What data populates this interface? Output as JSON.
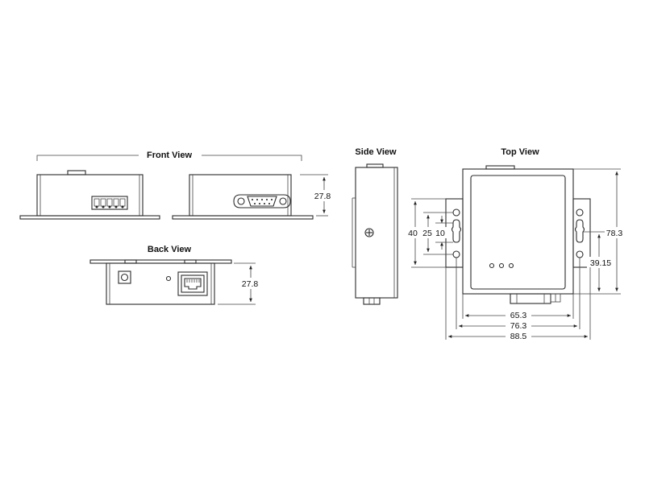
{
  "views": {
    "front": "Front View",
    "back": "Back View",
    "side": "Side View",
    "top": "Top View"
  },
  "dimensions": {
    "front_height": "27.8",
    "back_height": "27.8",
    "hole_span": "40",
    "slot_span": "25",
    "slot_length": "10",
    "total_depth": "78.3",
    "hole_offset": "39.15",
    "body_width": "65.3",
    "hole_pitch": "76.3",
    "total_width": "88.5"
  }
}
